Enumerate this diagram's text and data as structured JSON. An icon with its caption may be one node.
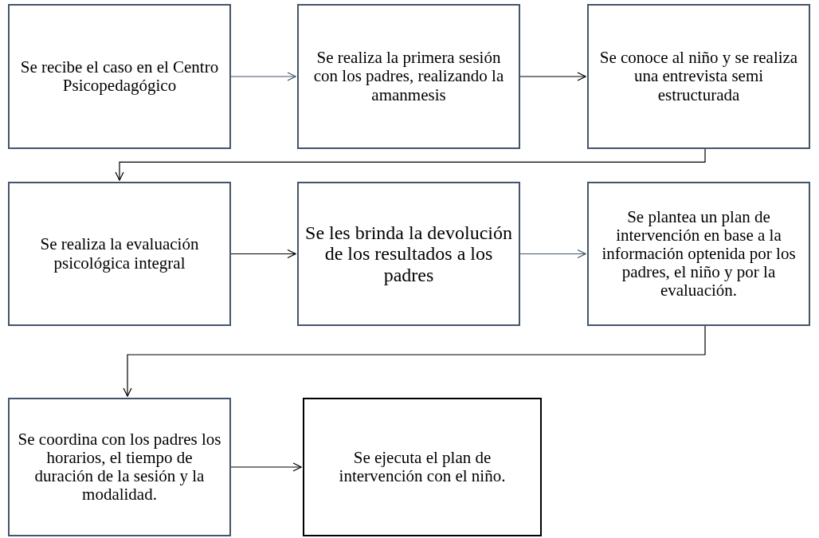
{
  "diagram": {
    "nodes": [
      {
        "text": [
          "Se recibe el caso en el Centro Psicopedagógico"
        ]
      },
      {
        "text": [
          "Se realiza la primera sesión con los padres, realizando la amanmesis"
        ]
      },
      {
        "text": [
          "Se conoce al niño y se realiza una entrevista semi estructurada"
        ]
      },
      {
        "text": [
          "Se realiza la evaluación psicológica integral"
        ]
      },
      {
        "text": [
          "Se les brinda la devolución de los resultados a los padres"
        ]
      },
      {
        "text": [
          "Se plantea un plan de intervención en base a la información optenida por los padres, el niño y por la evaluación."
        ]
      },
      {
        "text": [
          "Se coordina con los padres los horarios, el tiempo de duración de la sesión y la modalidad."
        ]
      },
      {
        "text": [
          "Se ejecuta el plan de intervención con el niño."
        ]
      }
    ],
    "edges": [
      {
        "from": 0,
        "to": 1,
        "arrow": "to",
        "color": "#44546a"
      },
      {
        "from": 1,
        "to": 2,
        "arrow": "to"
      },
      {
        "from": 2,
        "to": 3,
        "arrow": "to"
      },
      {
        "from": 3,
        "to": 4,
        "arrow": "to"
      },
      {
        "from": 4,
        "to": 5,
        "arrow": "to",
        "color": "#44546a"
      },
      {
        "from": 5,
        "to": 6,
        "arrow": "to"
      },
      {
        "from": 6,
        "to": 7,
        "arrow": "to"
      }
    ]
  }
}
